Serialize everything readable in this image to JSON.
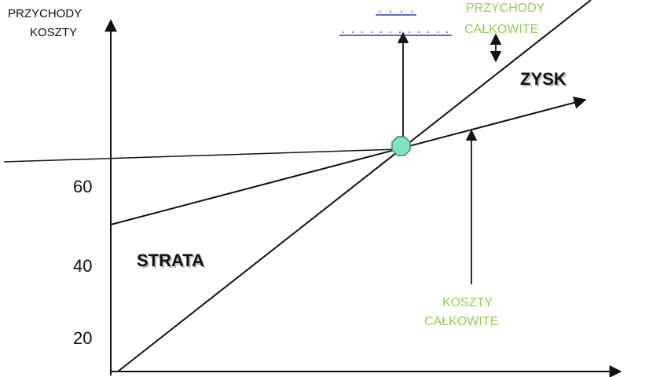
{
  "y_axis_label": [
    "PRZYCHODY",
    "KOSZTY"
  ],
  "y_ticks": [
    "60",
    "40",
    "20"
  ],
  "regions": {
    "loss": "STRATA",
    "profit": "ZYSK"
  },
  "lines": {
    "revenue_label": [
      "PRZYCHODY",
      "CAŁKOWITE"
    ],
    "cost_label": [
      "KOSZTY",
      "CAŁKOWITE"
    ]
  },
  "colors": {
    "ink": "#111111",
    "green": "#8fd14f",
    "blue": "#2a36c8",
    "point_fill": "#7fe2c2",
    "point_stroke": "#3a8a6a"
  },
  "icons": {
    "break_even_point": "octagon-marker"
  }
}
